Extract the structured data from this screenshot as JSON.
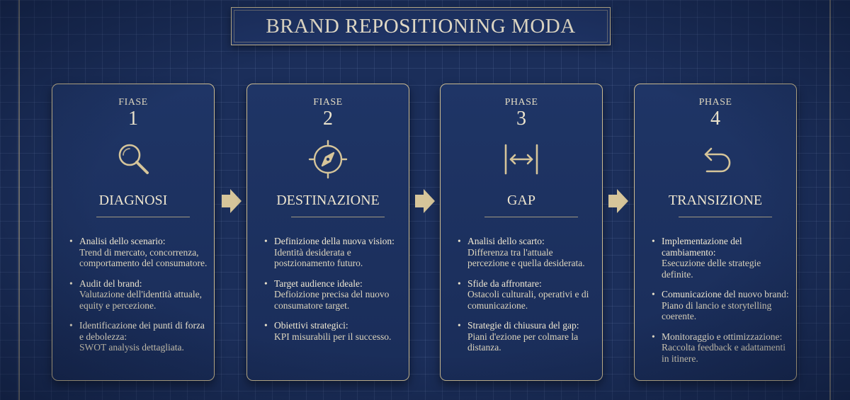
{
  "title": "BRAND REPOSITIONING MODA",
  "colors": {
    "background": "#1b2e5a",
    "card": "#1f3566",
    "accent_gold": "#d6c59a",
    "text": "#e9e1cb"
  },
  "phases": [
    {
      "label": "FIASE",
      "number": "1",
      "icon": "magnifier-icon",
      "title": "DIAGNOSI",
      "bullets": [
        {
          "head": "Analisi dello scenario:",
          "body": "Trend di mercato, concorrenza, comportamento del consumatore."
        },
        {
          "head": "Audit del brand:",
          "body": "Valutazione dell'identità attuale, equity e percezione."
        },
        {
          "head": "Identificazione dei punti di forza e debolezza:",
          "body": "SWOT analysis dettagliata."
        }
      ]
    },
    {
      "label": "FIASE",
      "number": "2",
      "icon": "compass-icon",
      "title": "DESTINAZIONE",
      "bullets": [
        {
          "head": "Definizione della nuova vision:",
          "body": "Identità desiderata e postzionamento futuro."
        },
        {
          "head": "Target audience ideale:",
          "body": "Defioizione precisa del nuovo consumatore target."
        },
        {
          "head": "Obiettivi strategici:",
          "body": "KPI misurabili per il successo."
        }
      ]
    },
    {
      "label": "PHASE",
      "number": "3",
      "icon": "gap-arrows-icon",
      "title": "GAP",
      "bullets": [
        {
          "head": "Analisi dello scarto:",
          "body": "Differenza tra l'attuale percezione e quella desiderata."
        },
        {
          "head": "Sfide da affrontare:",
          "body": "Ostacoli culturali, operativi e di comunicazione."
        },
        {
          "head": "Strategie di chiusura del gap:",
          "body": "Piani d'ezione per colmare la distanza."
        }
      ]
    },
    {
      "label": "PHASE",
      "number": "4",
      "icon": "return-arrow-icon",
      "title": "TRANSIZIONE",
      "bullets": [
        {
          "head": "Implementazione del cambiamento:",
          "body": "Esecuzione delle strategie definite."
        },
        {
          "head": "Comunicazione del nuovo brand:",
          "body": "Piano di lancio e storytelling coerente."
        },
        {
          "head": "Monitoraggio e ottimizzazione:",
          "body": "Raccolta feedback e adattamenti in itinere."
        }
      ]
    }
  ]
}
